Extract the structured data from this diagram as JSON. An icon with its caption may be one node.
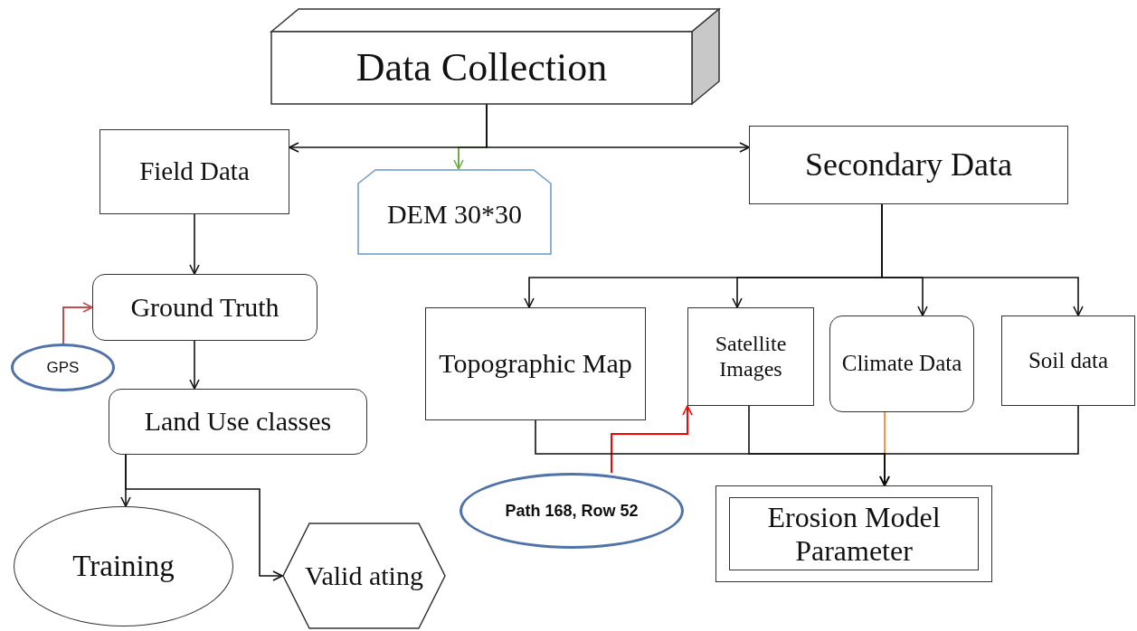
{
  "diagram": {
    "nodes": [
      {
        "text": [
          "Data Collection"
        ]
      },
      {
        "text": [
          "Field Data"
        ]
      },
      {
        "text": [
          "DEM 30*30"
        ]
      },
      {
        "text": [
          "Secondary Data"
        ]
      },
      {
        "text": [
          "Ground Truth"
        ]
      },
      {
        "text": [
          "GPS"
        ]
      },
      {
        "text": [
          "Land Use classes"
        ]
      },
      {
        "text": [
          "Training"
        ]
      },
      {
        "text": [
          "Valid ating"
        ]
      },
      {
        "text": [
          "Topographic Map"
        ]
      },
      {
        "text": [
          "Satellite Images"
        ]
      },
      {
        "text": [
          "Climate Data"
        ]
      },
      {
        "text": [
          "Soil data"
        ]
      },
      {
        "text": [
          "Path 168, Row 52"
        ]
      },
      {
        "text": [
          "Erosion Model Parameter"
        ]
      }
    ],
    "edges": [
      {
        "from": 0,
        "to": 1,
        "arrow": "to"
      },
      {
        "from": 0,
        "to": 3,
        "arrow": "to"
      },
      {
        "from": 0,
        "to": 2,
        "arrow": "to",
        "color": "#70ad47"
      },
      {
        "from": 1,
        "to": 4,
        "arrow": "to"
      },
      {
        "from": 5,
        "to": 4,
        "arrow": "to",
        "color": "#c0504d"
      },
      {
        "from": 4,
        "to": 6,
        "arrow": "to"
      },
      {
        "from": 6,
        "to": 7,
        "arrow": "to"
      },
      {
        "from": 6,
        "to": 8,
        "arrow": "to"
      },
      {
        "from": 3,
        "to": 9,
        "arrow": "to"
      },
      {
        "from": 3,
        "to": 10,
        "arrow": "to"
      },
      {
        "from": 3,
        "to": 11,
        "arrow": "to"
      },
      {
        "from": 3,
        "to": 12,
        "arrow": "to"
      },
      {
        "from": 9,
        "to": 14,
        "arrow": "to"
      },
      {
        "from": 10,
        "to": 14,
        "arrow": "to"
      },
      {
        "from": 11,
        "to": 14,
        "arrow": "to",
        "color": "#f79646"
      },
      {
        "from": 12,
        "to": 14,
        "arrow": "to"
      },
      {
        "from": 13,
        "to": 10,
        "arrow": "to",
        "color": "#ff0000"
      }
    ]
  }
}
